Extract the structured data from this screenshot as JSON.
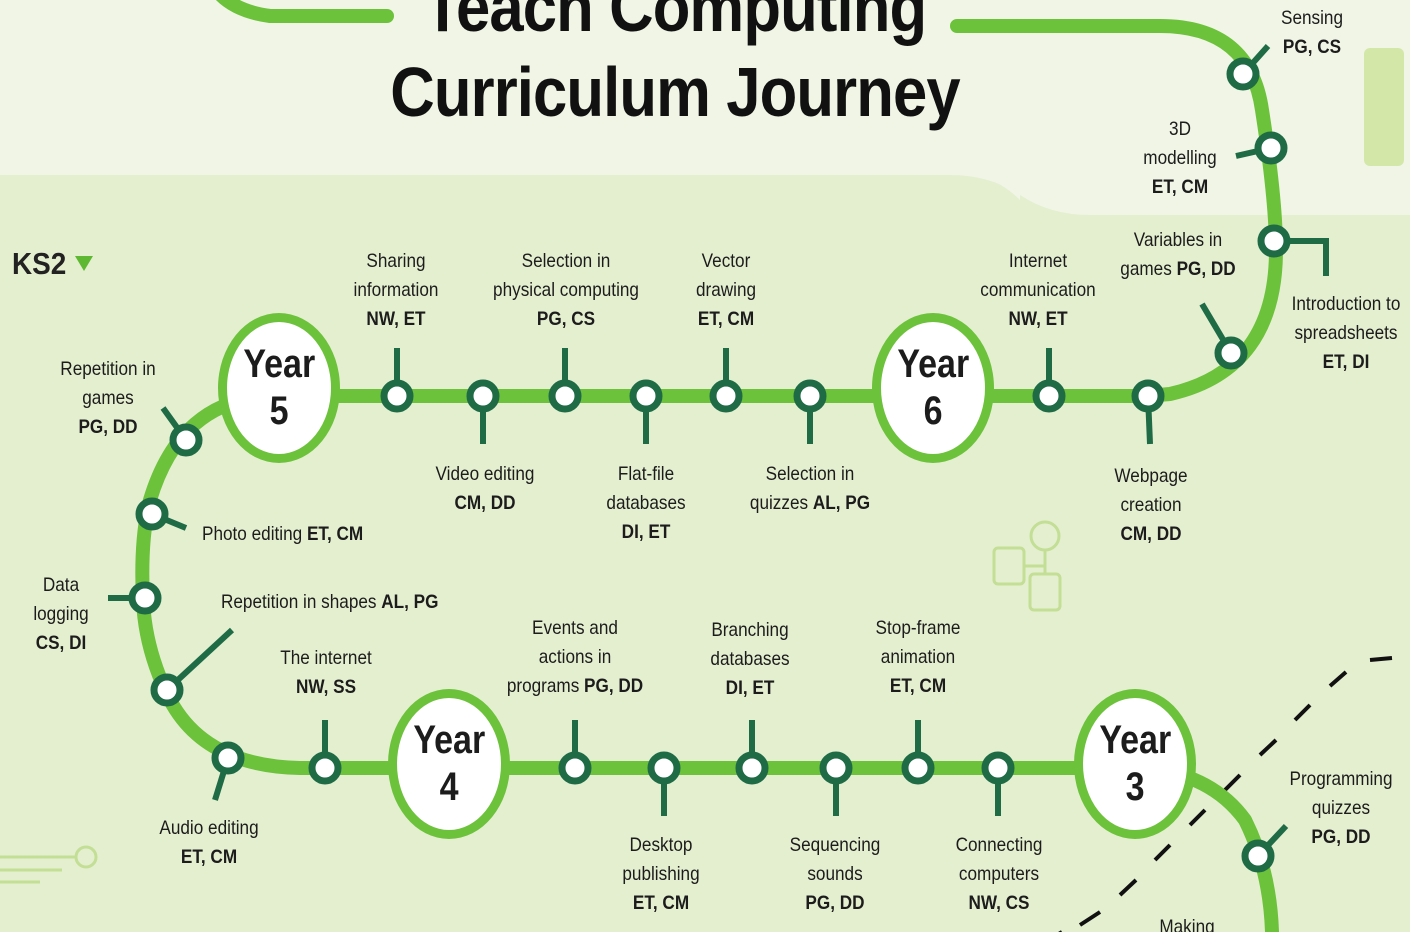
{
  "title": {
    "line1": "Teach Computing",
    "line2": "Curriculum Journey"
  },
  "key_stage": "KS2",
  "years": [
    {
      "year": "Year",
      "number": "5"
    },
    {
      "year": "Year",
      "number": "6"
    },
    {
      "year": "Year",
      "number": "4"
    },
    {
      "year": "Year",
      "number": "3"
    }
  ],
  "units": [
    {
      "lines": [
        "Sensing"
      ],
      "codes": "PG, CS"
    },
    {
      "lines": [
        "3D",
        "modelling"
      ],
      "codes": "ET, CM"
    },
    {
      "lines": [
        "Variables in"
      ],
      "last": "games",
      "codes": "PG, DD"
    },
    {
      "lines": [
        "Introduction to",
        "spreadsheets"
      ],
      "codes": "ET, DI"
    },
    {
      "lines": [
        "Sharing",
        "information"
      ],
      "codes": "NW, ET"
    },
    {
      "lines": [
        "Selection in",
        "physical computing"
      ],
      "codes": "PG, CS"
    },
    {
      "lines": [
        "Vector",
        "drawing"
      ],
      "codes": "ET, CM"
    },
    {
      "lines": [
        "Internet",
        "communication"
      ],
      "codes": "NW, ET"
    },
    {
      "lines": [
        "Repetition in",
        "games"
      ],
      "codes": "PG, DD"
    },
    {
      "lines": [
        "Video editing"
      ],
      "codes": "CM, DD"
    },
    {
      "lines": [
        "Flat-file",
        "databases"
      ],
      "codes": "DI, ET"
    },
    {
      "lines": [
        "Selection in"
      ],
      "last": "quizzes",
      "codes": "AL, PG"
    },
    {
      "lines": [
        "Webpage",
        "creation"
      ],
      "codes": "CM, DD"
    },
    {
      "lines": [],
      "last": "Photo editing",
      "codes": "ET, CM"
    },
    {
      "lines": [
        "Data",
        "logging"
      ],
      "codes": "CS, DI"
    },
    {
      "lines": [],
      "last": "Repetition in shapes",
      "codes": "AL, PG"
    },
    {
      "lines": [
        "The internet"
      ],
      "codes": "NW, SS"
    },
    {
      "lines": [
        "Events and",
        "actions in"
      ],
      "last": "programs",
      "codes": "PG, DD"
    },
    {
      "lines": [
        "Branching",
        "databases"
      ],
      "codes": "DI, ET"
    },
    {
      "lines": [
        "Stop-frame",
        "animation"
      ],
      "codes": "ET, CM"
    },
    {
      "lines": [
        "Programming",
        "quizzes"
      ],
      "codes": "PG, DD"
    },
    {
      "lines": [
        "Audio editing"
      ],
      "codes": "ET, CM"
    },
    {
      "lines": [
        "Desktop",
        "publishing"
      ],
      "codes": "ET, CM"
    },
    {
      "lines": [
        "Sequencing",
        "sounds"
      ],
      "codes": "PG, DD"
    },
    {
      "lines": [
        "Connecting",
        "computers"
      ],
      "codes": "NW, CS"
    },
    {
      "lines": [
        "Making"
      ],
      "codes": ""
    }
  ],
  "colors": {
    "track": "#6cc23b",
    "station": "#1e6b45",
    "background": "#e4efd0",
    "upper_background": "#f0f5e6"
  }
}
